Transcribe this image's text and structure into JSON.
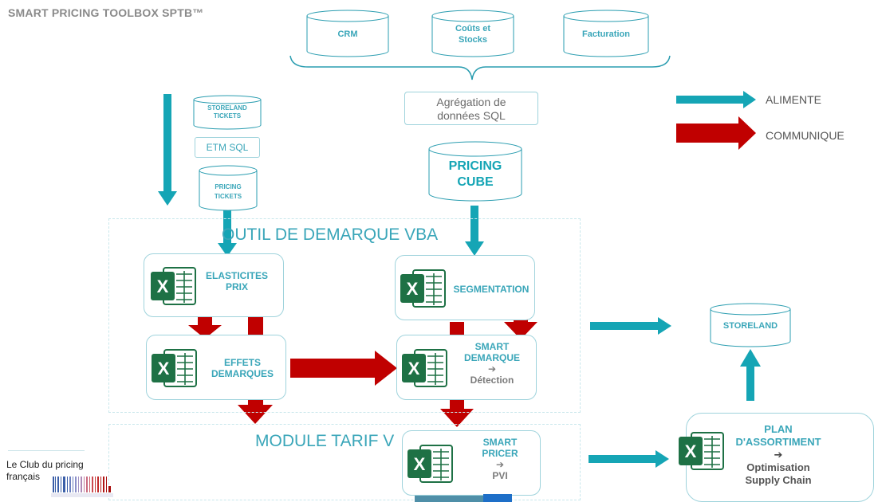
{
  "title": "SMART PRICING TOOLBOX SPTB™",
  "sources": {
    "crm": "CRM",
    "couts": [
      "Coûts et",
      "Stocks"
    ],
    "facturation": "Facturation"
  },
  "aggregation": [
    "Agrégation de",
    "données SQL"
  ],
  "pricing_cube": [
    "PRICING",
    "CUBE"
  ],
  "left_stack": {
    "storeland_tickets": [
      "STORELAND",
      "TICKETS"
    ],
    "etm_sql": "ETM SQL",
    "pricing_tickets": [
      "PRICING",
      "TICKETS"
    ]
  },
  "outil_title": "OUTIL DE DEMARQUE VBA",
  "module_title": "MODULE TARIF V",
  "cards": {
    "elasticites": [
      "ELASTICITES",
      "PRIX"
    ],
    "segmentation": "SEGMENTATION",
    "effets": [
      "EFFETS",
      "DEMARQUES"
    ],
    "smart_demarque": {
      "line1": "SMART",
      "line2": "DEMARQUE",
      "arrow": "➔",
      "sub": "Détection"
    },
    "smart_pricer": {
      "line1": "SMART",
      "line2": "PRICER",
      "arrow": "➔",
      "sub": "PVI"
    },
    "plan": {
      "line1": "PLAN",
      "line2": "D'ASSORTIMENT",
      "arrow": "➔",
      "sub1": "Optimisation",
      "sub2": "Supply Chain"
    }
  },
  "storeland": "STORELAND",
  "legend": {
    "alimente": "ALIMENTE",
    "communique": "COMMUNIQUE"
  },
  "club": [
    "Le Club du pricing",
    "français"
  ],
  "colors": {
    "teal": "#15a5b5",
    "red": "#c00000",
    "excel": "#1e7145",
    "border": "#9fd3dc"
  }
}
